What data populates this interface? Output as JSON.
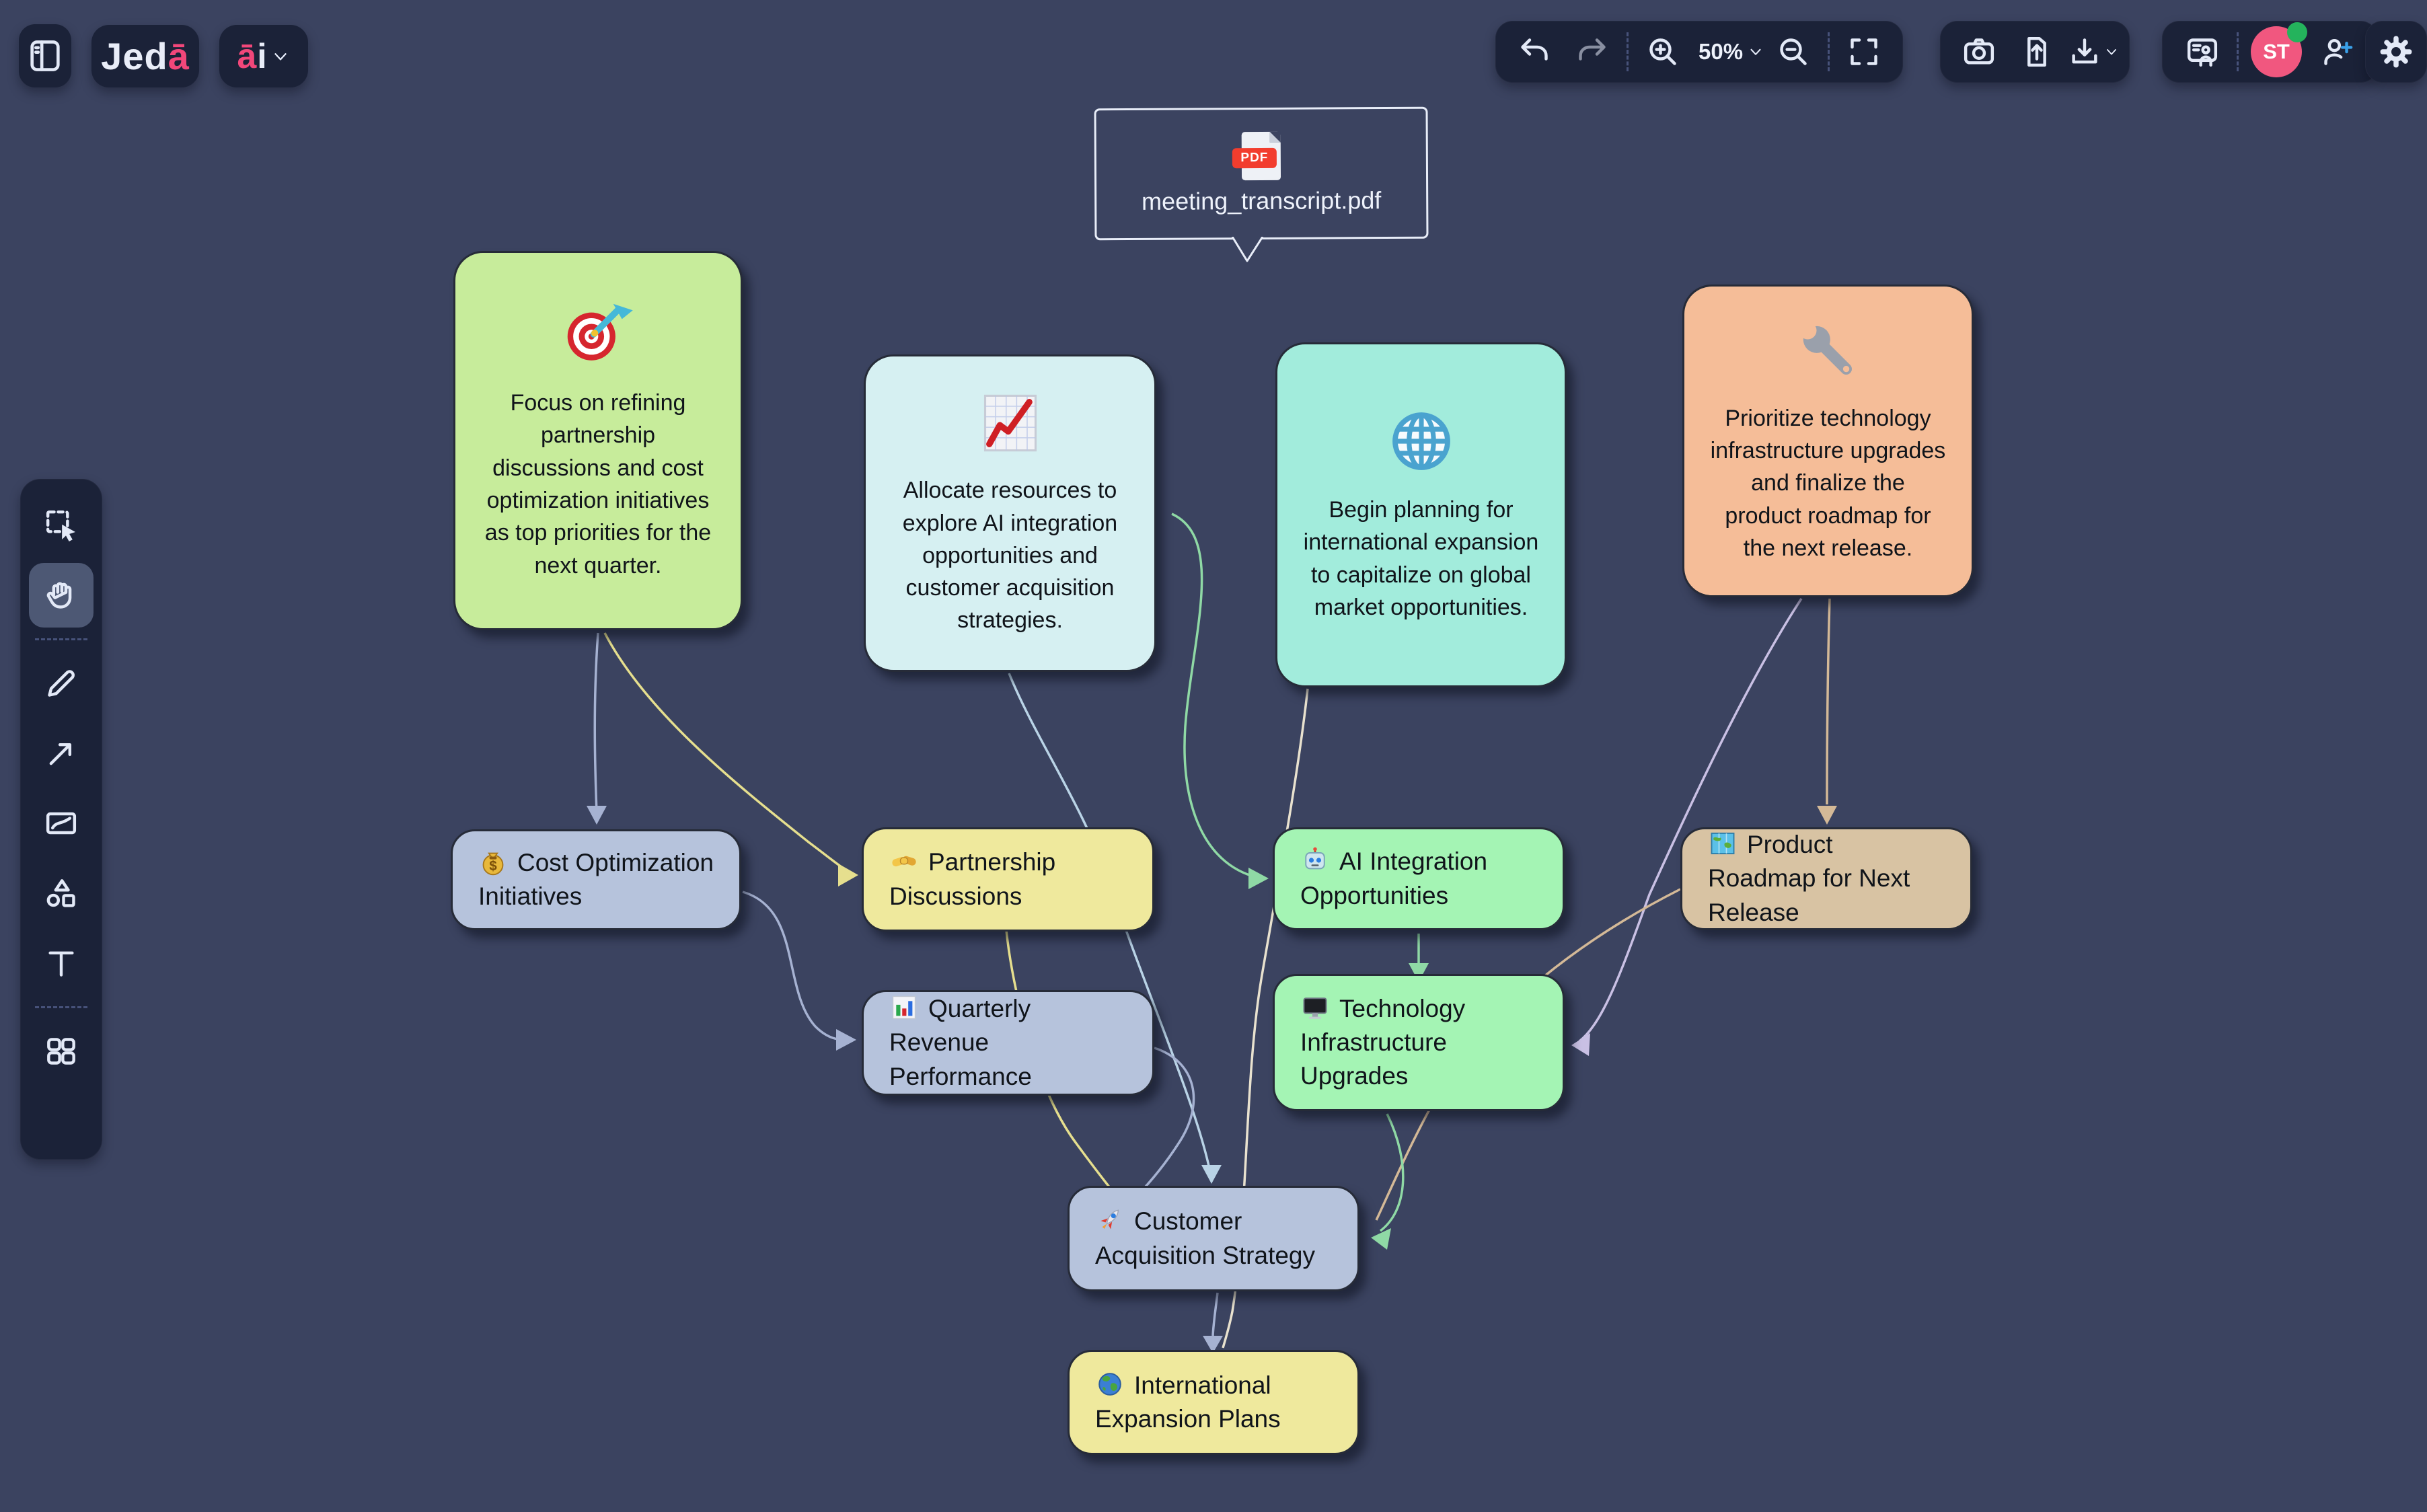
{
  "header": {
    "logo_jed": "Jed",
    "logo_a": "ā",
    "ai_a": "ā",
    "ai_i": "i"
  },
  "toolbar": {
    "zoom_level": "50%",
    "avatar_initials": "ST"
  },
  "bubble": {
    "filename": "meeting_transcript.pdf",
    "badge": "PDF"
  },
  "canvas": {
    "notes": [
      {
        "id": "note-priorities",
        "color": "#c7ec9b",
        "icon": "target-emoji",
        "text": "Focus on refining partnership discussions and cost optimization initiatives as top priorities for the next quarter."
      },
      {
        "id": "note-resources",
        "color": "#d6f0f2",
        "icon": "chart-increasing-emoji",
        "text": "Allocate resources to explore AI integration opportunities and customer acquisition strategies."
      },
      {
        "id": "note-expansion",
        "color": "#a2ecdc",
        "icon": "globe-meridians-emoji",
        "text": "Begin planning for international expansion to capitalize on global market opportunities."
      },
      {
        "id": "note-infrastructure",
        "color": "#f5bd98",
        "icon": "wrench-emoji",
        "text": "Prioritize technology infrastructure upgrades and finalize the product roadmap for the next release."
      }
    ],
    "topics": [
      {
        "id": "cost-optimization",
        "color": "#b6c3dc",
        "icon": "money-bag-emoji",
        "label": "Cost Optimization Initiatives"
      },
      {
        "id": "partnership-discussions",
        "color": "#efe99d",
        "icon": "handshake-emoji",
        "label": "Partnership Discussions"
      },
      {
        "id": "quarterly-revenue",
        "color": "#b6c3dc",
        "icon": "bar-chart-emoji",
        "label": "Quarterly Revenue Performance"
      },
      {
        "id": "ai-integration",
        "color": "#a4f4b4",
        "icon": "robot-emoji",
        "label": "AI Integration Opportunities"
      },
      {
        "id": "tech-upgrades",
        "color": "#a4f4b4",
        "icon": "desktop-computer-emoji",
        "label": "Technology Infrastructure Upgrades"
      },
      {
        "id": "product-roadmap",
        "color": "#d8c3a3",
        "icon": "world-map-emoji",
        "label": "Product Roadmap for Next Release"
      },
      {
        "id": "customer-acquisition",
        "color": "#b6c3dc",
        "icon": "rocket-emoji",
        "label": "Customer Acquisition Strategy"
      },
      {
        "id": "international-expansion",
        "color": "#efe99d",
        "icon": "earth-globe-emoji",
        "label": "International Expansion Plans"
      }
    ],
    "connections": [
      {
        "from": "note-priorities",
        "to": "cost-optimization",
        "color": "#a6b2d2"
      },
      {
        "from": "note-priorities",
        "to": "partnership-discussions",
        "color": "#e6df8e"
      },
      {
        "from": "note-resources",
        "to": "customer-acquisition",
        "color": "#b9d3e6"
      },
      {
        "from": "note-resources",
        "to": "ai-integration",
        "color": "#8fd9a5"
      },
      {
        "from": "note-expansion",
        "to": "international-expansion",
        "color": "#e9e2cf"
      },
      {
        "from": "note-infrastructure",
        "to": "product-roadmap",
        "color": "#d4b997"
      },
      {
        "from": "note-infrastructure",
        "to": "tech-upgrades",
        "color": "#c9c0e4"
      },
      {
        "from": "cost-optimization",
        "to": "quarterly-revenue",
        "color": "#a6b2d2"
      },
      {
        "from": "partnership-discussions",
        "to": "customer-acquisition",
        "color": "#e6df8e"
      },
      {
        "from": "quarterly-revenue",
        "to": "customer-acquisition",
        "color": "#a6b2d2"
      },
      {
        "from": "ai-integration",
        "to": "tech-upgrades",
        "color": "#8fd9a5"
      },
      {
        "from": "product-roadmap",
        "to": "customer-acquisition",
        "color": "#d4b997"
      },
      {
        "from": "tech-upgrades",
        "to": "customer-acquisition",
        "color": "#8fd9a5"
      },
      {
        "from": "customer-acquisition",
        "to": "international-expansion",
        "color": "#a6b2d2"
      }
    ]
  },
  "colors": {
    "background": "#3b4360",
    "toolbar_island": "#1b2238",
    "active_tool": "#4d5874",
    "accent_pink": "#f2477a",
    "avatar_pink": "#f1577f",
    "presence_green": "#24b35c",
    "invite_plus_blue": "#3aa0e8",
    "pdf_red": "#f23d2e",
    "card_text": "#10141a"
  },
  "icon_names": [
    "panel-toggle-icon",
    "chevron-down-icon",
    "undo-icon",
    "redo-icon",
    "zoom-in-icon",
    "zoom-out-icon",
    "fullscreen-icon",
    "camera-icon",
    "export-icon",
    "download-icon",
    "screen-share-icon",
    "person-add-icon",
    "gear-icon",
    "select-tool-icon",
    "hand-tool-icon",
    "pencil-tool-icon",
    "arrow-tool-icon",
    "image-tool-icon",
    "shapes-tool-icon",
    "text-tool-icon",
    "apps-tool-icon",
    "pdf-file-icon"
  ]
}
